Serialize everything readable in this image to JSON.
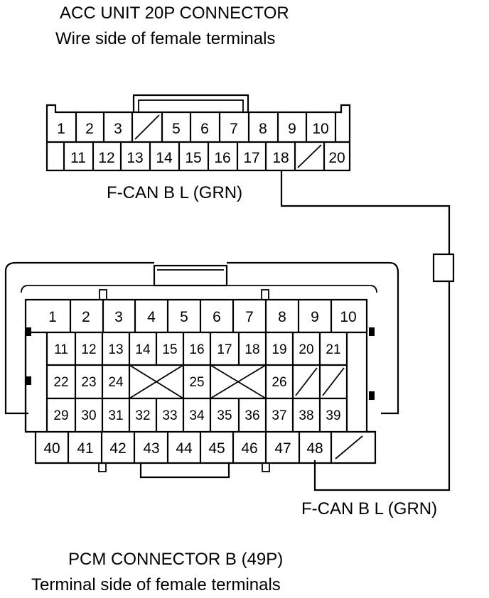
{
  "acc": {
    "title": "ACC UNIT 20P CONNECTOR",
    "subtitle": "Wire side of female terminals",
    "signal_label": "F-CAN B L (GRN)",
    "row1": [
      "1",
      "2",
      "3",
      "",
      "5",
      "6",
      "7",
      "8",
      "9",
      "10"
    ],
    "row2": [
      "11",
      "12",
      "13",
      "14",
      "15",
      "16",
      "17",
      "18",
      "",
      "20"
    ]
  },
  "pcm": {
    "title": "PCM CONNECTOR B (49P)",
    "subtitle": "Terminal side of female terminals",
    "signal_label": "F-CAN B L (GRN)",
    "row1": [
      "1",
      "2",
      "3",
      "4",
      "5",
      "6",
      "7",
      "8",
      "9",
      "10"
    ],
    "row2": [
      "11",
      "12",
      "13",
      "14",
      "15",
      "16",
      "17",
      "18",
      "19",
      "20",
      "21"
    ],
    "row3": [
      "22",
      "23",
      "24",
      "",
      "",
      "25",
      "",
      "",
      "26",
      "",
      ""
    ],
    "row4": [
      "29",
      "30",
      "31",
      "32",
      "33",
      "34",
      "35",
      "36",
      "37",
      "38",
      "39"
    ],
    "row5": [
      "40",
      "41",
      "42",
      "43",
      "44",
      "45",
      "46",
      "47",
      "48",
      ""
    ]
  }
}
